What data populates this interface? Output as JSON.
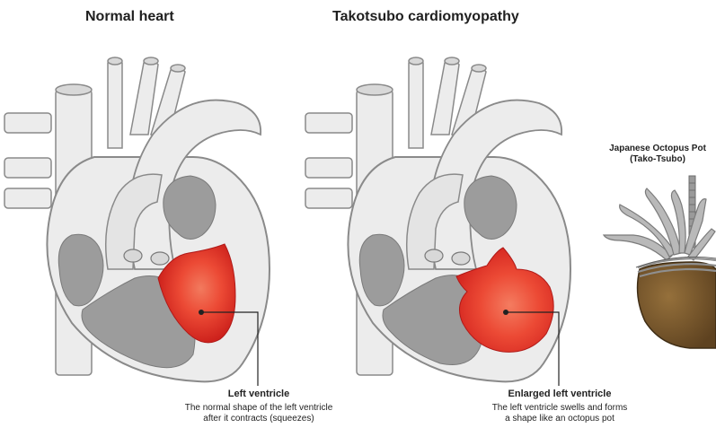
{
  "panels": {
    "normal": {
      "title": "Normal heart",
      "callout_title": "Left ventricle",
      "callout_line1": "The normal shape of the left ventricle",
      "callout_line2": "after it contracts (squeezes)"
    },
    "takotsubo": {
      "title": "Takotsubo cardiomyopathy",
      "callout_title": "Enlarged left ventricle",
      "callout_line1": "The left ventricle swells and forms",
      "callout_line2": "a shape like an octopus pot"
    }
  },
  "octopus_pot": {
    "label_line1": "Japanese Octopus Pot",
    "label_line2": "(Tako-Tsubo)"
  },
  "colors": {
    "heart_outline": "#8a8a8a",
    "heart_fill": "#ececec",
    "chamber_dark": "#9c9c9c",
    "ventricle_red": "#d6231f",
    "ventricle_highlight": "#f27a5e",
    "pot_brown": "#7a5a2e",
    "rope": "#8f8f8f",
    "tentacle": "#b9b9b9"
  }
}
